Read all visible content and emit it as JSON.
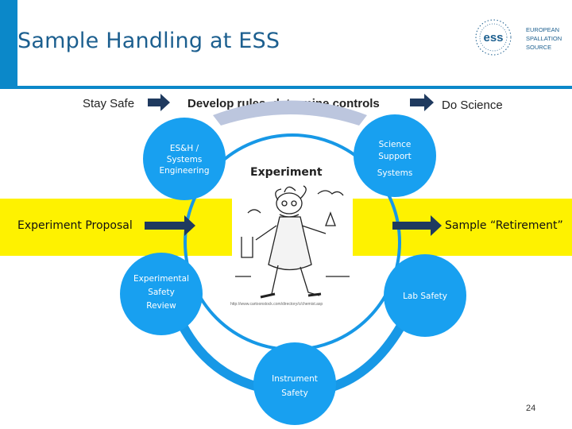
{
  "title": "Sample Handling at ESS",
  "logo": {
    "mark": "ess",
    "line1": "EUROPEAN",
    "line2": "SPALLATION",
    "line3": "SOURCE"
  },
  "flow": {
    "stay_safe": "Stay Safe",
    "develop_rules": "Develop rules, determine controls",
    "do_science": "Do Science"
  },
  "nodes": {
    "esh": [
      "ES&H /",
      "Systems",
      "Engineering"
    ],
    "science_support": [
      "Science",
      "Support",
      "Systems"
    ],
    "center": "Experiment",
    "esr": [
      "Experimental",
      "Safety",
      "Review"
    ],
    "lab_safety": "Lab Safety",
    "instrument_safety": [
      "Instrument",
      "Safety"
    ]
  },
  "band": {
    "left": "Experiment Proposal",
    "right": "Sample “Retirement”"
  },
  "image_url": "http://www.cartoonstock.com/directory/c/chemist.asp",
  "page_number": "24",
  "colors": {
    "header_blue": "#0b88c9",
    "title_blue": "#1c5f8f",
    "circle_blue": "#18a0f0",
    "ring_blue": "#1798e6",
    "highlight_yellow": "#fef200",
    "arrow_navy": "#1f3a5f",
    "arc_gray": "#bcc6de"
  }
}
